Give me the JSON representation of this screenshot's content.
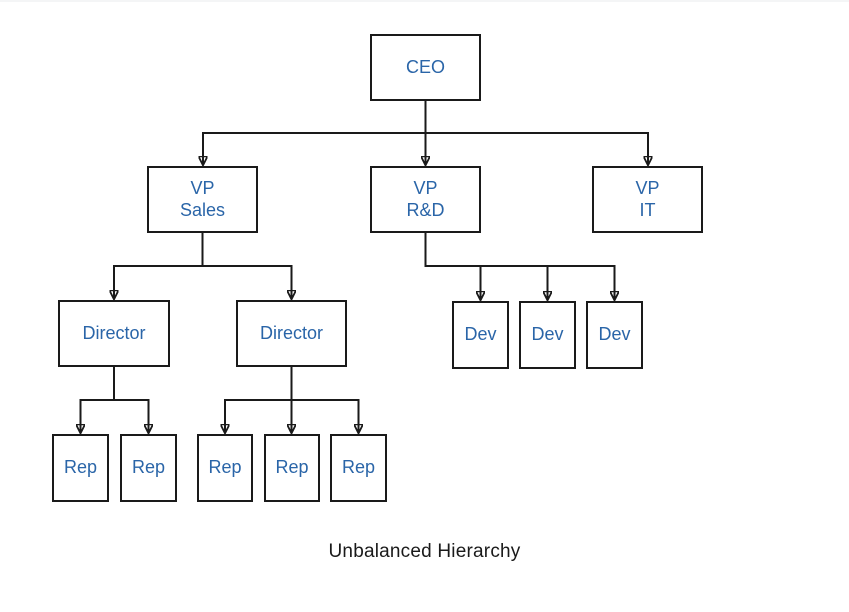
{
  "diagram": {
    "caption": "Unbalanced Hierarchy",
    "nodes": {
      "ceo": {
        "label": "CEO"
      },
      "vp_sales": {
        "label": "VP\nSales"
      },
      "vp_rnd": {
        "label": "VP\nR&D"
      },
      "vp_it": {
        "label": "VP\nIT"
      },
      "director_1": {
        "label": "Director"
      },
      "director_2": {
        "label": "Director"
      },
      "dev_1": {
        "label": "Dev"
      },
      "dev_2": {
        "label": "Dev"
      },
      "dev_3": {
        "label": "Dev"
      },
      "rep_1": {
        "label": "Rep"
      },
      "rep_2": {
        "label": "Rep"
      },
      "rep_3": {
        "label": "Rep"
      },
      "rep_4": {
        "label": "Rep"
      },
      "rep_5": {
        "label": "Rep"
      }
    },
    "colors": {
      "node_text": "#2a65a8",
      "node_border": "#1a1a1a",
      "connector": "#1a1a1a",
      "caption_text": "#1a1a1a",
      "background": "#ffffff"
    }
  }
}
